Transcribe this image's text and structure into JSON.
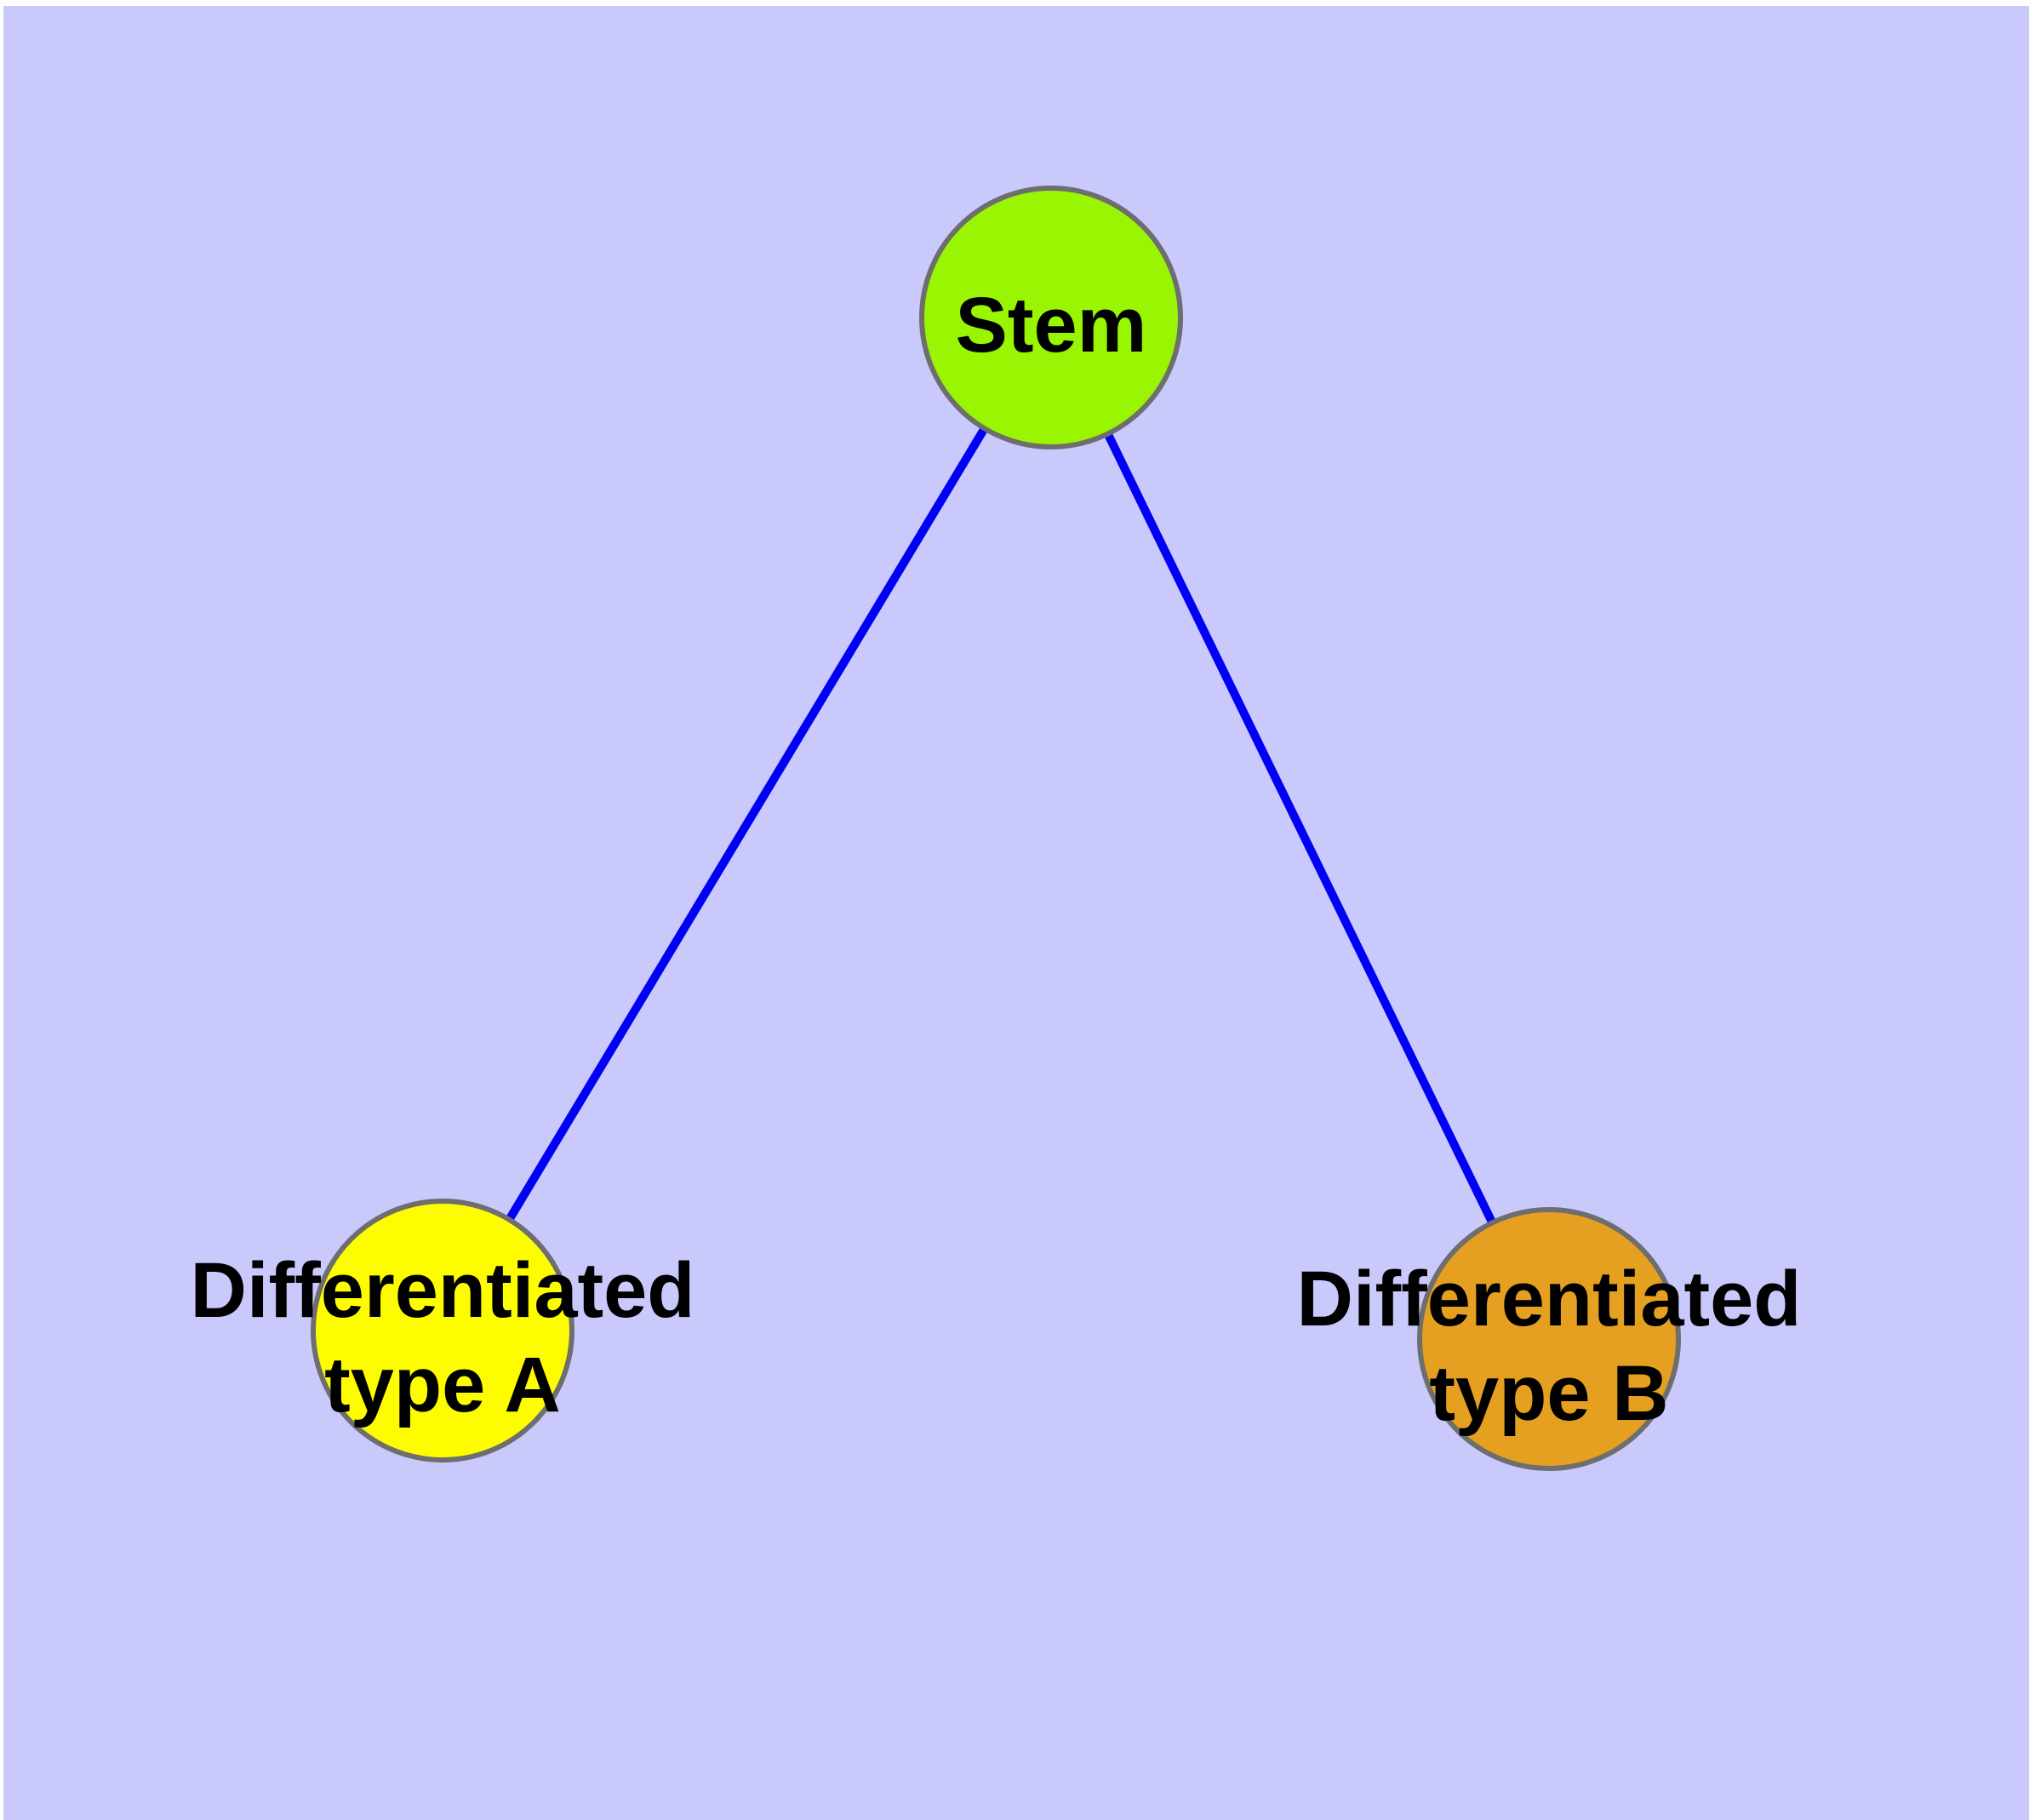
{
  "diagram": {
    "background_color": "#c9c9fc",
    "edge_color": "#0000f5",
    "node_border_color": "#6e6e6e",
    "label_text_color": "#000000",
    "nodes": {
      "stem": {
        "label": "Stem",
        "fill": "#99f502"
      },
      "type_a": {
        "label_line1": "Differentiated",
        "label_line2": "type A",
        "fill": "#fdfd00"
      },
      "type_b": {
        "label_line1": "Differentiated",
        "label_line2": "type B",
        "fill": "#e6a021"
      }
    },
    "edges": [
      {
        "from": "Stem",
        "to": "Differentiated type A"
      },
      {
        "from": "Stem",
        "to": "Differentiated type B"
      }
    ]
  }
}
